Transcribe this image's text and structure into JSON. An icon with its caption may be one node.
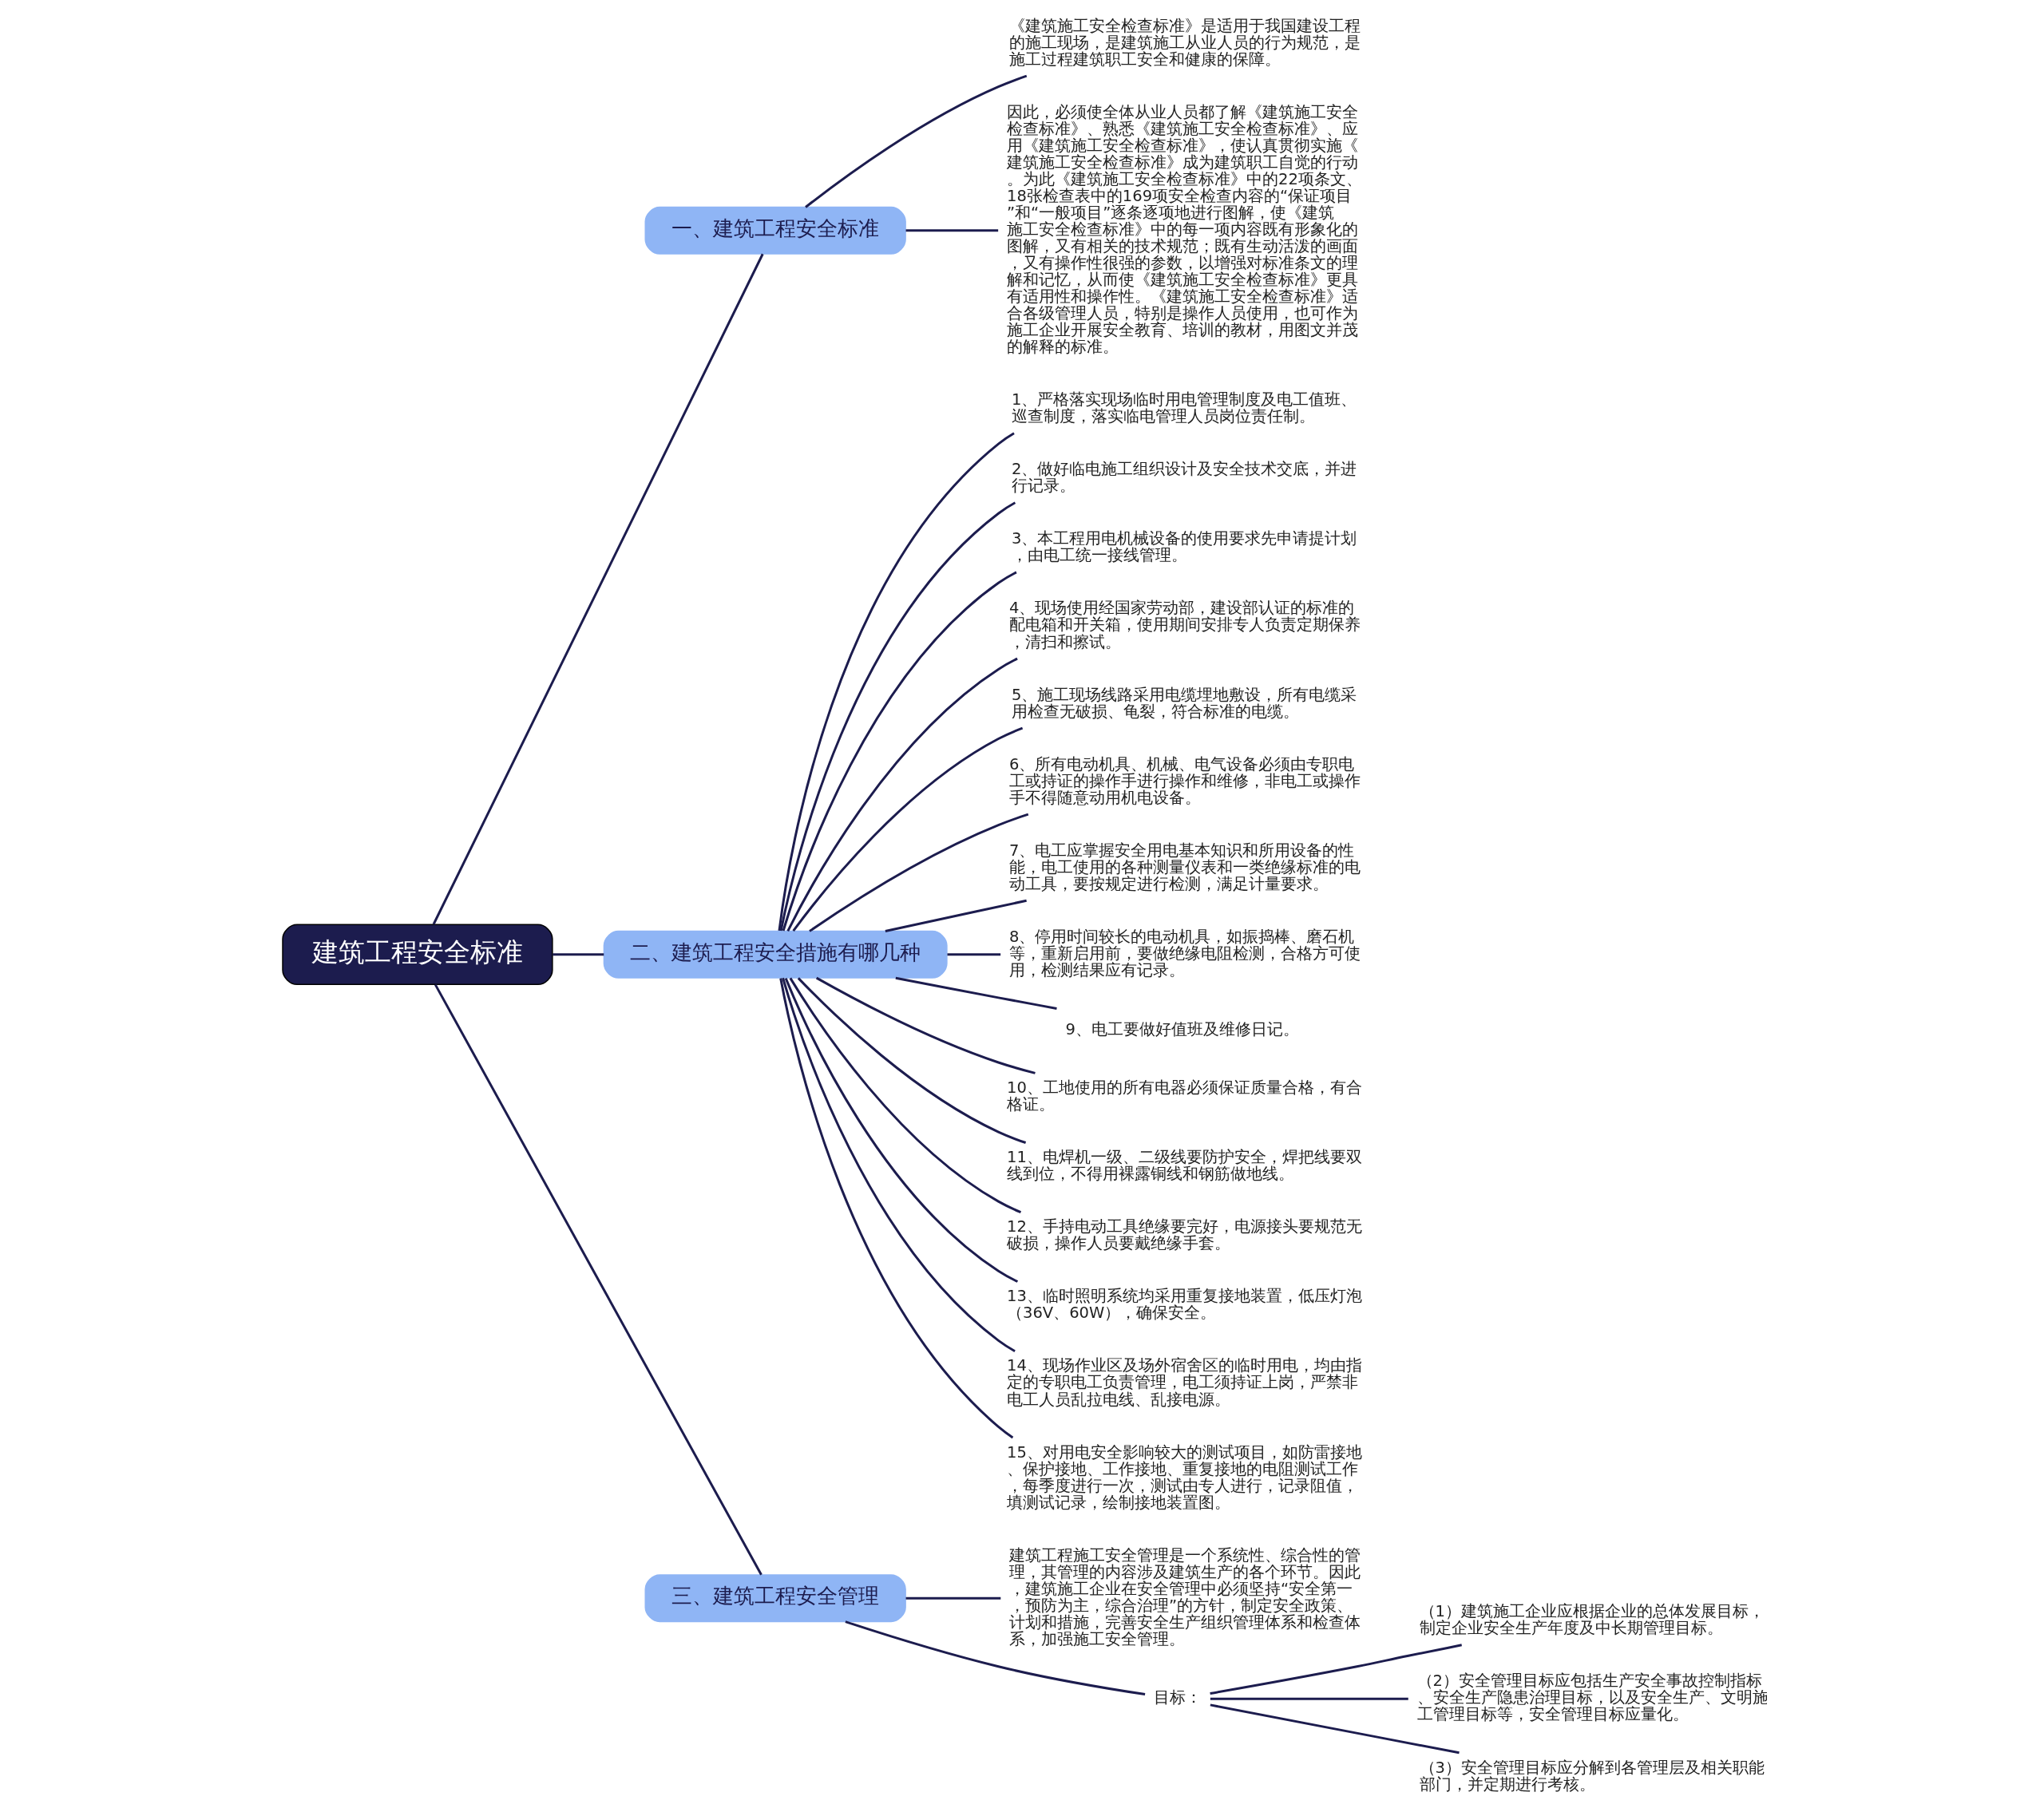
{
  "diagram": {
    "nodes": [
      {
        "text": [
          "建筑工程安全标准"
        ]
      },
      {
        "text": [
          "一、建筑工程安全标准"
        ]
      },
      {
        "text": [
          "《建筑施工安全检查标准》是适用于我国建设工程的施工现场，是建筑施工从业人员的行为规范，是施工过程建筑职工安全和健康的保障。"
        ]
      },
      {
        "text": [
          "因此，必须使全体从业人员都了解《建筑施工安全检查标准》、熟悉《建筑施工安全检查标准》、应用《建筑施工安全检查标准》，使认真贯彻实施《建筑施工安全检查标准》成为建筑职工自觉的行动。为此《建筑施工安全检查标准》中的22项条文、18张检查表中的169项安全检查内容的“保证项目”和“一般项目”逐条逐项地进行图解，使《建筑施工安全检查标准》中的每一项内容既有形象化的图解，又有相关的技术规范；既有生动活泼的画面，又有操作性很强的参数，以增强对标准条文的理解和记忆，从而使《建筑施工安全检查标准》更具有适用性和操作性。《建筑施工安全检查标准》适合各级管理人员，特别是操作人员使用，也可作为施工企业开展安全教育、培训的教材，用图文并茂的解释的标准。"
        ]
      },
      {
        "text": [
          "二、建筑工程安全措施有哪几种"
        ]
      },
      {
        "text": [
          "1、严格落实现场临时用电管理制度及电工值班、巡查制度，落实临电管理人员岗位责任制。"
        ]
      },
      {
        "text": [
          "2、做好临电施工组织设计及安全技术交底，并进行记录。"
        ]
      },
      {
        "text": [
          "3、本工程用电机械设备的使用要求先申请提计划，由电工统一接线管理。"
        ]
      },
      {
        "text": [
          "4、现场使用经国家劳动部，建设部认证的标准的配电箱和开关箱，使用期间安排专人负责定期保养，清扫和擦试。"
        ]
      },
      {
        "text": [
          "5、施工现场线路采用电缆埋地敷设，所有电缆采用检查无破损、龟裂，符合标准的电缆。"
        ]
      },
      {
        "text": [
          "6、所有电动机具、机械、电气设备必须由专职电工或持证的操作手进行操作和维修，非电工或操作手不得随意动用机电设备。"
        ]
      },
      {
        "text": [
          "7、电工应掌握安全用电基本知识和所用设备的性能，电工使用的各种测量仪表和一类绝缘标准的电动工具，要按规定进行检测，满足计量要求。"
        ]
      },
      {
        "text": [
          "8、停用时间较长的电动机具，如振捣棒、磨石机等，重新启用前，要做绝缘电阻检测，合格方可使用，检测结果应有记录。"
        ]
      },
      {
        "text": [
          "9、电工要做好值班及维修日记。"
        ]
      },
      {
        "text": [
          "10、工地使用的所有电器必须保证质量合格，有合格证。"
        ]
      },
      {
        "text": [
          "11、电焊机一级、二级线要防护安全，焊把线要双线到位，不得用裸露铜线和钢筋做地线。"
        ]
      },
      {
        "text": [
          "12、手持电动工具绝缘要完好，电源接头要规范无破损，操作人员要戴绝缘手套。"
        ]
      },
      {
        "text": [
          "13、临时照明系统均采用重复接地装置，低压灯泡（36V、60W），确保安全。"
        ]
      },
      {
        "text": [
          "14、现场作业区及场外宿舍区的临时用电，均由指定的专职电工负责管理，电工须持证上岗，严禁非电工人员乱拉电线、乱接电源。"
        ]
      },
      {
        "text": [
          "15、对用电安全影响较大的测试项目，如防雷接地、保护接地、工作接地、重复接地的电阻测试工作，每季度进行一次，测试由专人进行，记录阻值，填测试记录，绘制接地装置图。"
        ]
      },
      {
        "text": [
          "三、建筑工程安全管理"
        ]
      },
      {
        "text": [
          "建筑工程施工安全管理是一个系统性、综合性的管理，其管理的内容涉及建筑生产的各个环节。因此，建筑施工企业在安全管理中必须坚持“安全第一，预防为主，综合治理”的方针，制定安全政策、计划和措施，完善安全生产组织管理体系和检查体系，加强施工安全管理。"
        ]
      },
      {
        "text": [
          "目标："
        ]
      },
      {
        "text": [
          "（1）建筑施工企业应根据企业的总体发展目标，制定企业安全生产年度及中长期管理目标。"
        ]
      },
      {
        "text": [
          "（2）安全管理目标应包括生产安全事故控制指标、安全生产隐患治理目标，以及安全生产、文明施工管理目标等，安全管理目标应量化。"
        ]
      },
      {
        "text": [
          "（3）安全管理目标应分解到各管理层及相关职能部门，并定期进行考核。"
        ]
      }
    ],
    "edges": [
      {
        "from": 0,
        "to": 1,
        "arrow": "none"
      },
      {
        "from": 1,
        "to": 2,
        "arrow": "none"
      },
      {
        "from": 1,
        "to": 3,
        "arrow": "none"
      },
      {
        "from": 0,
        "to": 4,
        "arrow": "none"
      },
      {
        "from": 4,
        "to": 5,
        "arrow": "none"
      },
      {
        "from": 4,
        "to": 6,
        "arrow": "none"
      },
      {
        "from": 4,
        "to": 7,
        "arrow": "none"
      },
      {
        "from": 4,
        "to": 8,
        "arrow": "none"
      },
      {
        "from": 4,
        "to": 9,
        "arrow": "none"
      },
      {
        "from": 4,
        "to": 10,
        "arrow": "none"
      },
      {
        "from": 4,
        "to": 11,
        "arrow": "none"
      },
      {
        "from": 4,
        "to": 12,
        "arrow": "none"
      },
      {
        "from": 4,
        "to": 13,
        "arrow": "none"
      },
      {
        "from": 4,
        "to": 14,
        "arrow": "none"
      },
      {
        "from": 4,
        "to": 15,
        "arrow": "none"
      },
      {
        "from": 4,
        "to": 16,
        "arrow": "none"
      },
      {
        "from": 4,
        "to": 17,
        "arrow": "none"
      },
      {
        "from": 4,
        "to": 18,
        "arrow": "none"
      },
      {
        "from": 4,
        "to": 19,
        "arrow": "none"
      },
      {
        "from": 0,
        "to": 20,
        "arrow": "none"
      },
      {
        "from": 20,
        "to": 21,
        "arrow": "none"
      },
      {
        "from": 20,
        "to": 22,
        "arrow": "none"
      },
      {
        "from": 22,
        "to": 23,
        "arrow": "none"
      },
      {
        "from": 22,
        "to": 24,
        "arrow": "none"
      },
      {
        "from": 22,
        "to": 25,
        "arrow": "none"
      }
    ]
  }
}
